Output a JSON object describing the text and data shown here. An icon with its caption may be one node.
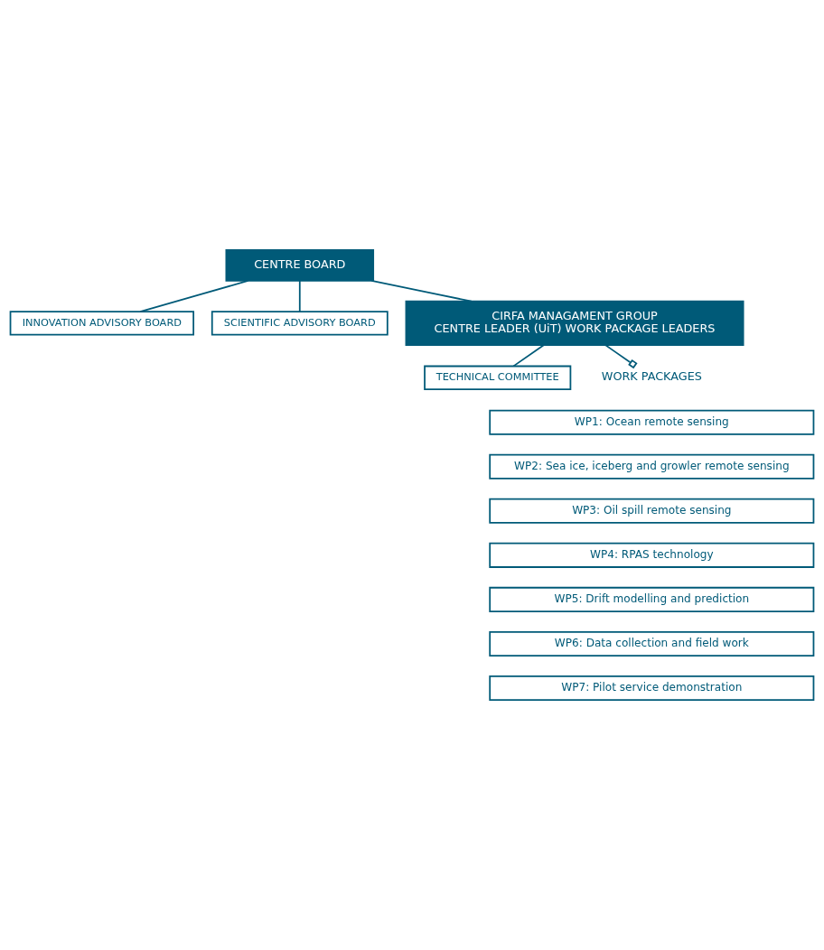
{
  "diagram": {
    "nodes": [
      {
        "text": [
          "CENTRE BOARD"
        ]
      },
      {
        "text": [
          "INNOVATION ADVISORY BOARD"
        ]
      },
      {
        "text": [
          "SCIENTIFIC ADVISORY BOARD"
        ]
      },
      {
        "text": [
          "CIRFA MANAGAMENT GROUP",
          "CENTRE LEADER (UiT) WORK PACKAGE LEADERS"
        ]
      },
      {
        "text": [
          "TECHNICAL COMMITTEE"
        ]
      },
      {
        "text": [
          "WORK PACKAGES"
        ]
      },
      {
        "text": [
          "WP1: Ocean remote sensing"
        ]
      },
      {
        "text": [
          "WP2: Sea ice, iceberg and growler remote sensing"
        ]
      },
      {
        "text": [
          "WP3: Oil spill remote sensing"
        ]
      },
      {
        "text": [
          "WP4: RPAS technology"
        ]
      },
      {
        "text": [
          "WP5: Drift modelling and prediction"
        ]
      },
      {
        "text": [
          "WP6: Data collection and field work"
        ]
      },
      {
        "text": [
          "WP7: Pilot service demonstration"
        ]
      }
    ],
    "edges": [
      {
        "from": 0,
        "to": 1,
        "arrow": "none"
      },
      {
        "from": 0,
        "to": 2,
        "arrow": "none"
      },
      {
        "from": 0,
        "to": 3,
        "arrow": "none"
      },
      {
        "from": 3,
        "to": 4,
        "arrow": "none"
      },
      {
        "from": 3,
        "to": 5,
        "arrow": "other"
      }
    ]
  }
}
